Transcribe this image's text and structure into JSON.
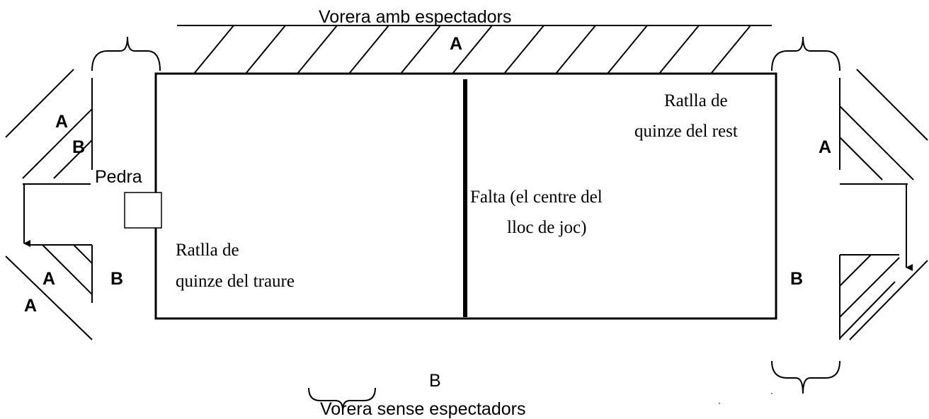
{
  "labels": {
    "top_wall": "Vorera amb espectadors",
    "bottom_wall": "Vorera sense espectadors",
    "stone": "Pedra",
    "rest_line": "Ratlla de quinze del rest",
    "rest_line_l1": "Ratlla de",
    "rest_line_l2": "quinze del rest",
    "serve_line_l1": "Ratlla de",
    "serve_line_l2": "quinze del traure",
    "fault_l1": "Falta (el centre del",
    "fault_l2": "lloc de joc)",
    "letter_a": "A",
    "letter_b": "B"
  }
}
